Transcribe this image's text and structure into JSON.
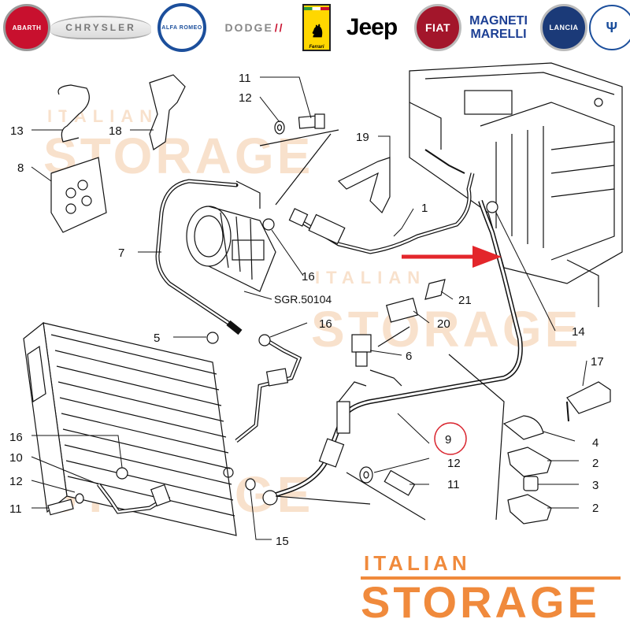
{
  "brands": {
    "abarth": "ABARTH",
    "chrysler": "CHRYSLER",
    "alfaromeo": "ALFA ROMEO",
    "dodge": "DODGE",
    "ferrari": "Ferrari",
    "jeep": "Jeep",
    "fiat": "FIAT",
    "magneti_line1": "MAGNETI",
    "magneti_line2": "MARELLI",
    "lancia": "LANCIA",
    "maserati": "MASERATI"
  },
  "watermark": {
    "line1": "ITALIAN",
    "line2": "STORAGE"
  },
  "diagram": {
    "labels": {
      "l1": "1",
      "l2a": "2",
      "l2b": "2",
      "l3": "3",
      "l4": "4",
      "l5": "5",
      "l6": "6",
      "l7": "7",
      "l8": "8",
      "l9": "9",
      "l10": "10",
      "l11a": "11",
      "l11b": "11",
      "l11c": "11",
      "l12a": "12",
      "l12b": "12",
      "l12c": "12",
      "l13": "13",
      "l14": "14",
      "l15": "15",
      "l16a": "16",
      "l16b": "16",
      "l16c": "16",
      "l17": "17",
      "l18": "18",
      "l19": "19",
      "l20": "20",
      "l21": "21",
      "ref": "SGR.50104"
    },
    "highlight_color": "#d9232d",
    "arrow_color": "#e3262b"
  },
  "logo": {
    "top": "ITALIAN",
    "main": "STORAGE",
    "color": "#f08a3c"
  }
}
